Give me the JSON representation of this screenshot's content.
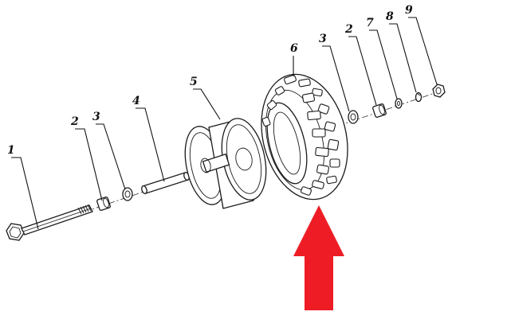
{
  "callouts": [
    {
      "id": "1",
      "label": "1",
      "part": "axle-bolt"
    },
    {
      "id": "2a",
      "label": "2",
      "part": "spacer-left"
    },
    {
      "id": "3a",
      "label": "3",
      "part": "bearing-left"
    },
    {
      "id": "4",
      "label": "4",
      "part": "axle-sleeve"
    },
    {
      "id": "5",
      "label": "5",
      "part": "wheel-rim"
    },
    {
      "id": "6",
      "label": "6",
      "part": "tire"
    },
    {
      "id": "3b",
      "label": "3",
      "part": "bearing-right"
    },
    {
      "id": "2b",
      "label": "2",
      "part": "spacer-right"
    },
    {
      "id": "7",
      "label": "7",
      "part": "flat-washer"
    },
    {
      "id": "8",
      "label": "8",
      "part": "lock-washer"
    },
    {
      "id": "9",
      "label": "9",
      "part": "nut"
    }
  ],
  "colors": {
    "line": "#1a1a1a",
    "arrow": "#ee1c25",
    "background": "#ffffff"
  },
  "highlight": {
    "icon": "up-arrow-icon",
    "target": "tire"
  }
}
